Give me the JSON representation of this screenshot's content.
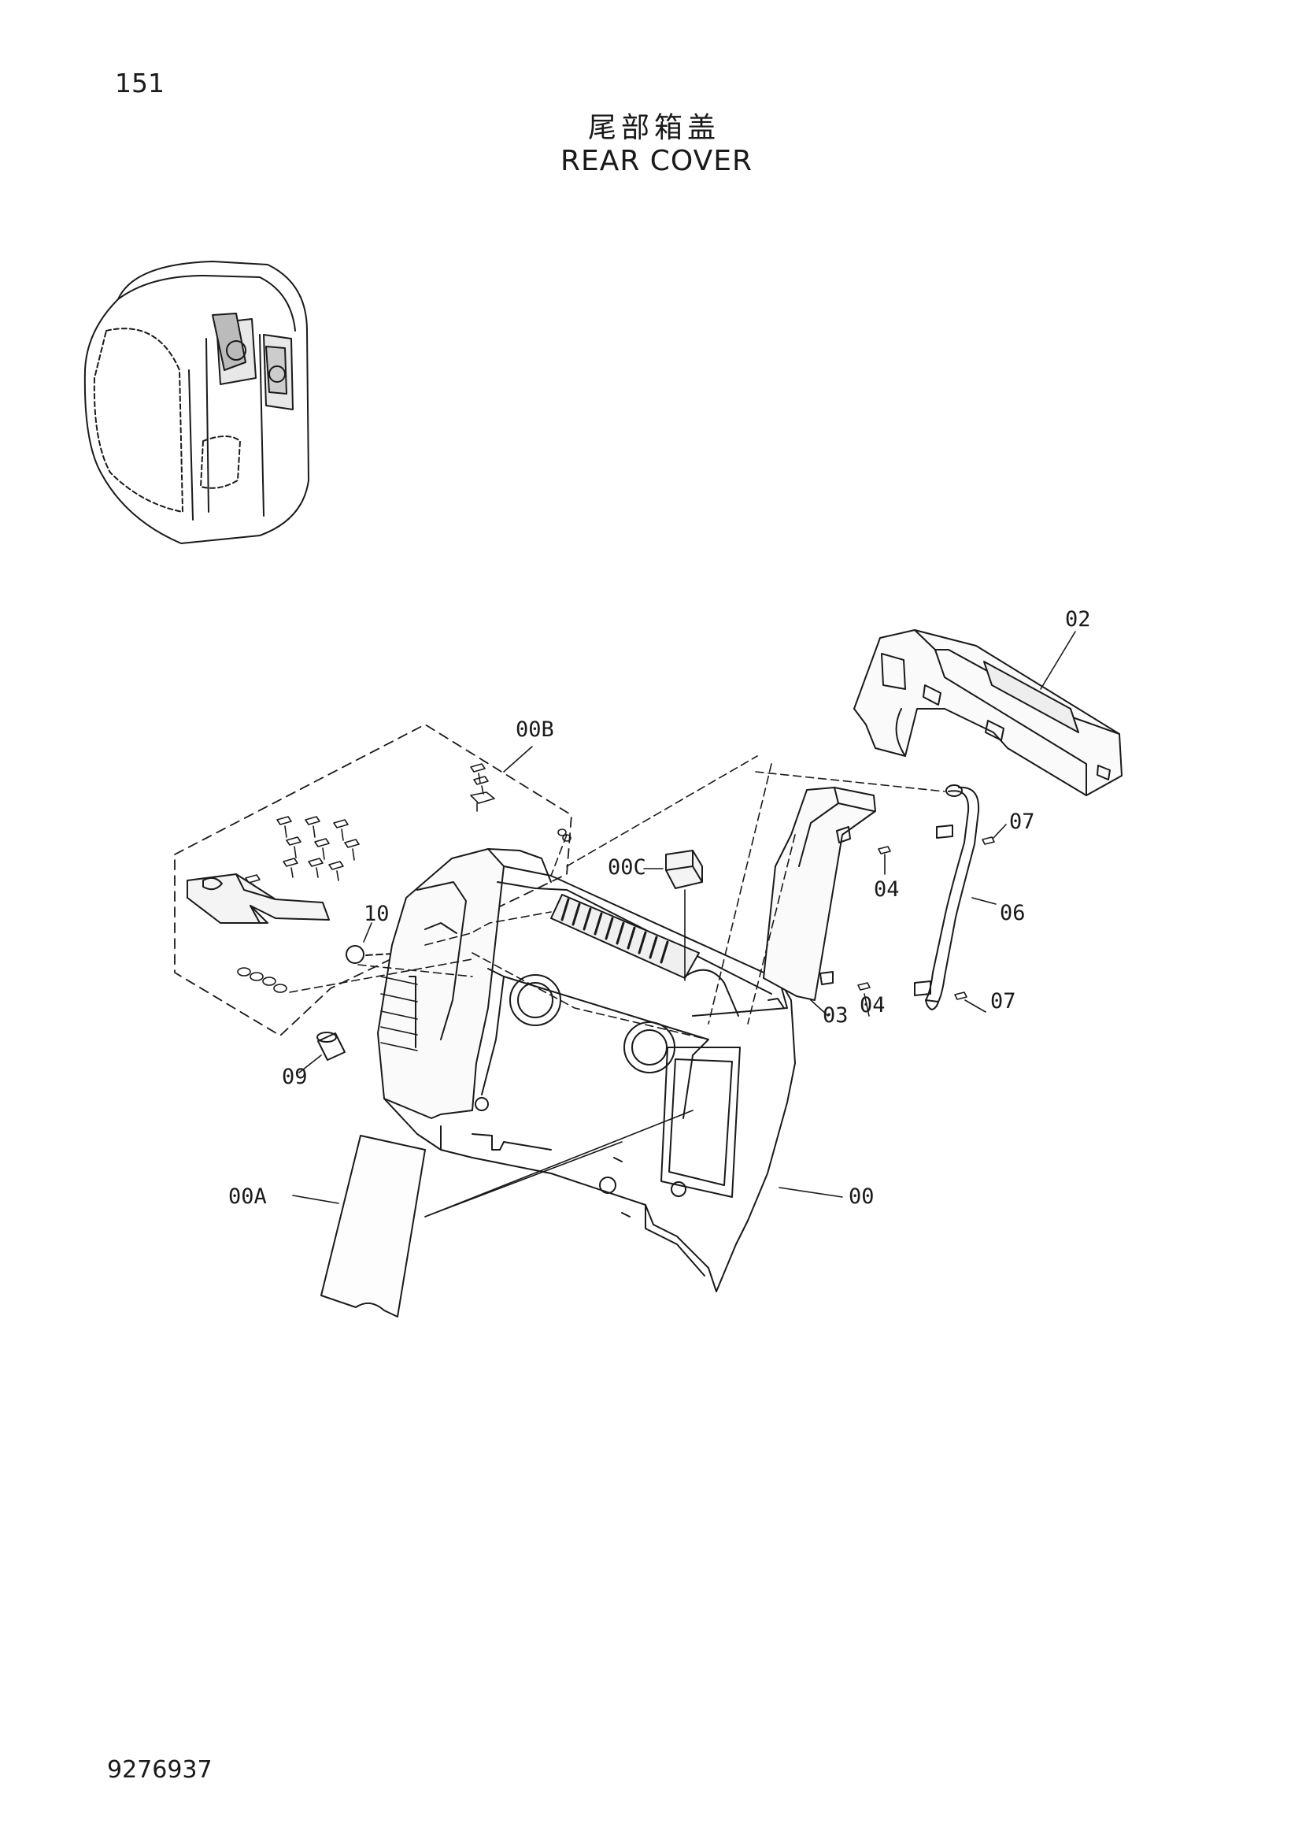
{
  "page_number": "151",
  "title_cn": "尾部箱盖",
  "title_en": "REAR COVER",
  "document_number": "9276937",
  "callouts": [
    {
      "id": "c-02",
      "label": "02"
    },
    {
      "id": "c-00b",
      "label": "00B"
    },
    {
      "id": "c-07a",
      "label": "07"
    },
    {
      "id": "c-00c",
      "label": "00C"
    },
    {
      "id": "c-04a",
      "label": "04"
    },
    {
      "id": "c-06",
      "label": "06"
    },
    {
      "id": "c-10",
      "label": "10"
    },
    {
      "id": "c-04b",
      "label": "04"
    },
    {
      "id": "c-07b",
      "label": "07"
    },
    {
      "id": "c-03",
      "label": "03"
    },
    {
      "id": "c-09",
      "label": "09"
    },
    {
      "id": "c-00a",
      "label": "00A"
    },
    {
      "id": "c-00",
      "label": "00"
    }
  ]
}
